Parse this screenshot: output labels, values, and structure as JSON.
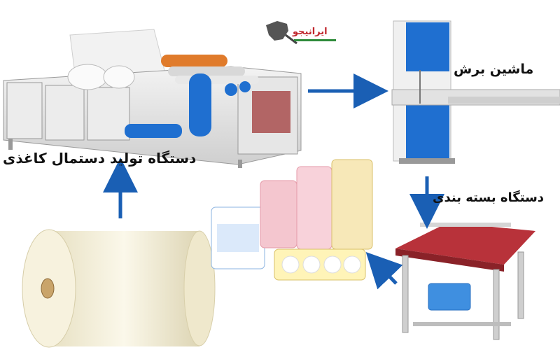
{
  "labels": {
    "production_machine": "دستگاه تولید دستمال کاغذی",
    "cutting_machine": "ماشین برش",
    "packaging_machine": "دستگاه بسته بندی"
  },
  "logo": {
    "text": "ایرانیجو"
  },
  "colors": {
    "arrow": "#1a5fb4",
    "machine_blue": "#1f6fd0",
    "paper": "#f4efd6",
    "logo_red": "#c0262d",
    "logo_green": "#2e8b3a"
  },
  "icons": {
    "production_machine": "paper-rewinding-machine-illustration",
    "cutting_machine": "band-saw-cutter-illustration",
    "packaging_machine": "sealing-table-illustration",
    "jumbo_roll": "jumbo-paper-roll-illustration",
    "product_packs": "tissue-roll-packs-illustration"
  }
}
